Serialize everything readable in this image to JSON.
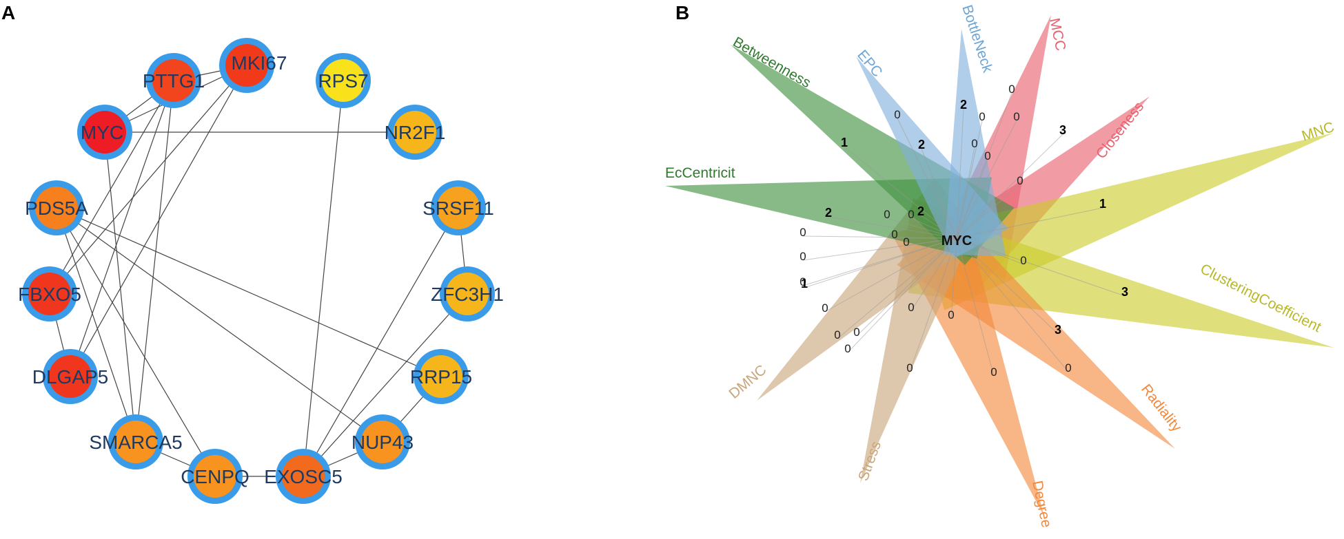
{
  "panel_a": {
    "letter": "A",
    "colors": {
      "ring": "#3a9be8",
      "red": "#f13a1a",
      "crimson": "#ee1c25",
      "orange": "#f7931e",
      "orange_red": "#f26a1e",
      "yellow": "#f9e11b",
      "gold": "#f7b51c"
    },
    "nodes": [
      {
        "id": "PTTG1",
        "label": "PTTG1",
        "fill": "#f2451e"
      },
      {
        "id": "MKI67",
        "label": "MKI67",
        "fill": "#f13a1a"
      },
      {
        "id": "RPS7",
        "label": "RPS7",
        "fill": "#f9e11b"
      },
      {
        "id": "MYC",
        "label": "MYC",
        "fill": "#ee1c25"
      },
      {
        "id": "NR2F1",
        "label": "NR2F1",
        "fill": "#f7b51c"
      },
      {
        "id": "PDS5A",
        "label": "PDS5A",
        "fill": "#f7801e"
      },
      {
        "id": "SRSF11",
        "label": "SRSF11",
        "fill": "#f7a21e"
      },
      {
        "id": "FBXO5",
        "label": "FBXO5",
        "fill": "#f0361c"
      },
      {
        "id": "ZFC3H1",
        "label": "ZFC3H1",
        "fill": "#f7b51c"
      },
      {
        "id": "DLGAP5",
        "label": "DLGAP5",
        "fill": "#f0361c"
      },
      {
        "id": "RRP15",
        "label": "RRP15",
        "fill": "#f7b51c"
      },
      {
        "id": "SMARCA5",
        "label": "SMARCA5",
        "fill": "#f7931e"
      },
      {
        "id": "NUP43",
        "label": "NUP43",
        "fill": "#f7931e"
      },
      {
        "id": "CENPQ",
        "label": "CENPQ",
        "fill": "#f7931e"
      },
      {
        "id": "EXOSC5",
        "label": "EXOSC5",
        "fill": "#f26a1e"
      }
    ],
    "edges": [
      [
        "MYC",
        "PTTG1"
      ],
      [
        "MYC",
        "MKI67"
      ],
      [
        "PTTG1",
        "MKI67"
      ],
      [
        "MYC",
        "NR2F1"
      ],
      [
        "MYC",
        "SMARCA5"
      ],
      [
        "PTTG1",
        "FBXO5"
      ],
      [
        "PTTG1",
        "DLGAP5"
      ],
      [
        "MKI67",
        "FBXO5"
      ],
      [
        "MKI67",
        "DLGAP5"
      ],
      [
        "PDS5A",
        "RRP15"
      ],
      [
        "PDS5A",
        "NUP43"
      ],
      [
        "PDS5A",
        "SMARCA5"
      ],
      [
        "PDS5A",
        "CENPQ"
      ],
      [
        "FBXO5",
        "DLGAP5"
      ],
      [
        "RPS7",
        "EXOSC5"
      ],
      [
        "SRSF11",
        "ZFC3H1"
      ],
      [
        "SRSF11",
        "EXOSC5"
      ],
      [
        "ZFC3H1",
        "EXOSC5"
      ],
      [
        "RRP15",
        "NUP43"
      ],
      [
        "NUP43",
        "EXOSC5"
      ],
      [
        "CENPQ",
        "EXOSC5"
      ],
      [
        "SMARCA5",
        "CENPQ"
      ],
      [
        "PTTG1",
        "SMARCA5"
      ]
    ]
  },
  "panel_b": {
    "letter": "B",
    "center_label": "MYC",
    "petals": [
      {
        "label": "MCC",
        "color": "#e8606e",
        "label_color": "#e8606e"
      },
      {
        "label": "Closeness",
        "color": "#e8606e",
        "label_color": "#e8606e"
      },
      {
        "label": "MNC",
        "color": "#cccc2a",
        "label_color": "#b8b82a"
      },
      {
        "label": "ClusteringCoefficient",
        "color": "#cccc2a",
        "label_color": "#b8b82a"
      },
      {
        "label": "Radiality",
        "color": "#f4883a",
        "label_color": "#f4883a"
      },
      {
        "label": "Degree",
        "color": "#f4883a",
        "label_color": "#f4883a"
      },
      {
        "label": "Stress",
        "color": "#c9a67a",
        "label_color": "#c9a67a"
      },
      {
        "label": "DMNC",
        "color": "#c9a67a",
        "label_color": "#c9a67a"
      },
      {
        "label": "EcCentricit",
        "color": "#3f8f3f",
        "label_color": "#2f7a2f"
      },
      {
        "label": "Betweenness",
        "color": "#3f8f3f",
        "label_color": "#2f7a2f"
      },
      {
        "label": "EPC",
        "color": "#7fb0dc",
        "label_color": "#6ea6d6"
      },
      {
        "label": "BottleNeck",
        "color": "#7fb0dc",
        "label_color": "#6ea6d6"
      }
    ],
    "numbers": [
      {
        "text": "0",
        "bold": false
      },
      {
        "text": "0",
        "bold": false
      },
      {
        "text": "2",
        "bold": true
      },
      {
        "text": "1",
        "bold": true
      },
      {
        "text": "0",
        "bold": false
      },
      {
        "text": "2",
        "bold": true
      },
      {
        "text": "0",
        "bold": false
      },
      {
        "text": "0",
        "bold": false
      },
      {
        "text": "0",
        "bold": false
      },
      {
        "text": "3",
        "bold": true
      },
      {
        "text": "0",
        "bold": false
      },
      {
        "text": "1",
        "bold": true
      },
      {
        "text": "2",
        "bold": true
      },
      {
        "text": "0",
        "bold": false
      },
      {
        "text": "0",
        "bold": false
      },
      {
        "text": "0",
        "bold": false
      },
      {
        "text": "0",
        "bold": false
      },
      {
        "text": "1",
        "bold": true
      },
      {
        "text": "0",
        "bold": false
      },
      {
        "text": "0",
        "bold": false
      },
      {
        "text": "0",
        "bold": false
      },
      {
        "text": "0",
        "bold": false
      },
      {
        "text": "3",
        "bold": true
      },
      {
        "text": "0",
        "bold": false
      },
      {
        "text": "0",
        "bold": false
      },
      {
        "text": "0",
        "bold": false
      },
      {
        "text": "3",
        "bold": true
      },
      {
        "text": "2",
        "bold": true
      },
      {
        "text": "0",
        "bold": false
      },
      {
        "text": "0",
        "bold": false
      },
      {
        "text": "0",
        "bold": false
      },
      {
        "text": "0",
        "bold": false
      },
      {
        "text": "0",
        "bold": false
      },
      {
        "text": "0",
        "bold": false
      }
    ]
  }
}
